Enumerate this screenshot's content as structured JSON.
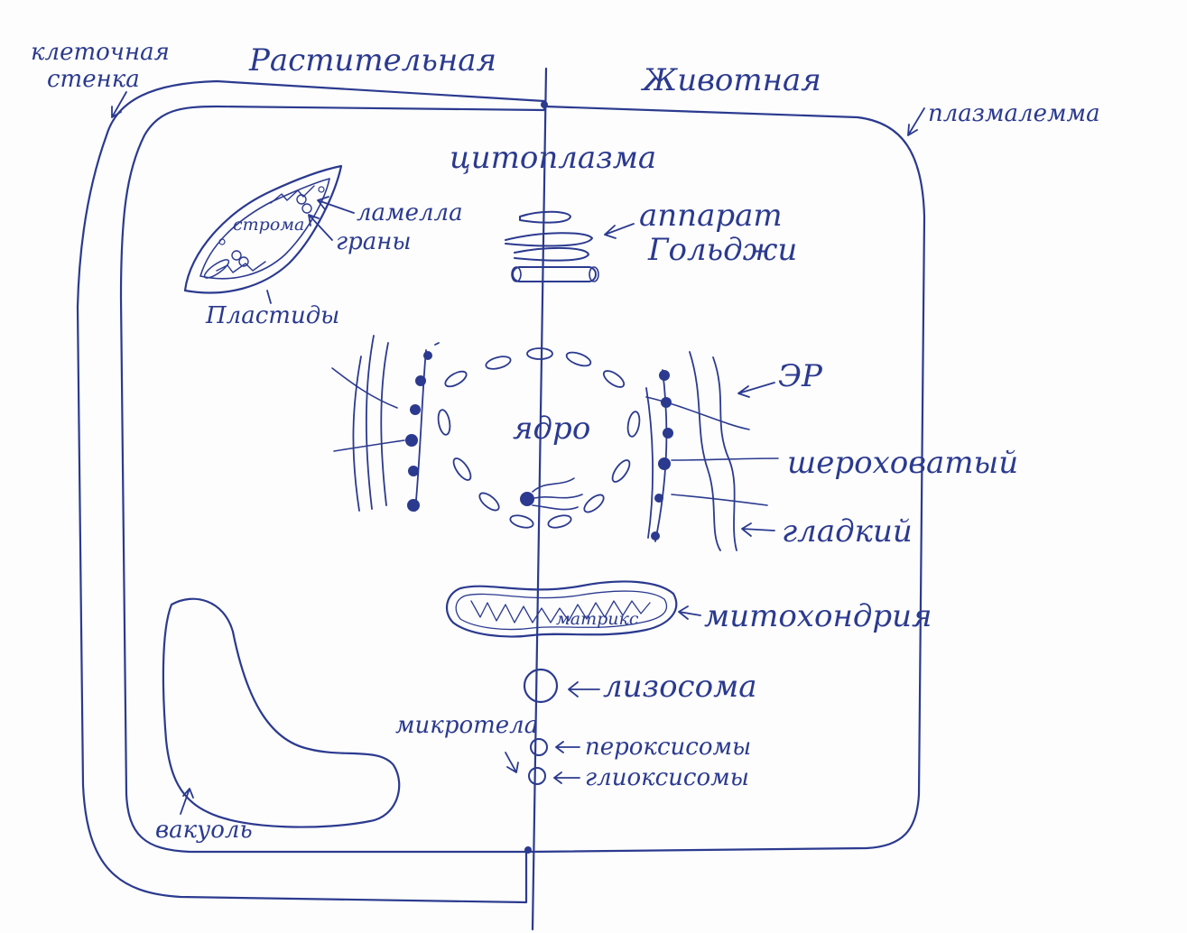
{
  "colors": {
    "ink": "#2b3a8f",
    "ink_light": "#3f4fa6",
    "paper": "#fdfdfd"
  },
  "sides": {
    "plant": "Растительная",
    "animal": "Животная"
  },
  "labels": {
    "cell_wall_1": "клеточная",
    "cell_wall_2": "стенка",
    "plasmalemma": "плазмалемма",
    "cytoplasm": "цитоплазма",
    "lamella": "ламелла",
    "stroma": "строма",
    "grana": "граны",
    "plastids": "Пластиды",
    "golgi_1": "аппарат",
    "golgi_2": "Гольджи",
    "er": "ЭР",
    "rough": "шероховатый",
    "smooth": "гладкий",
    "nucleus": "ядро",
    "matrix": "матрикс",
    "mitochondria": "митохондрия",
    "lysosome": "лизосома",
    "microbodies": "микротела",
    "peroxisomes": "пероксисомы",
    "glyoxysomes": "глиоксисомы",
    "vacuole": "вакуоль"
  }
}
